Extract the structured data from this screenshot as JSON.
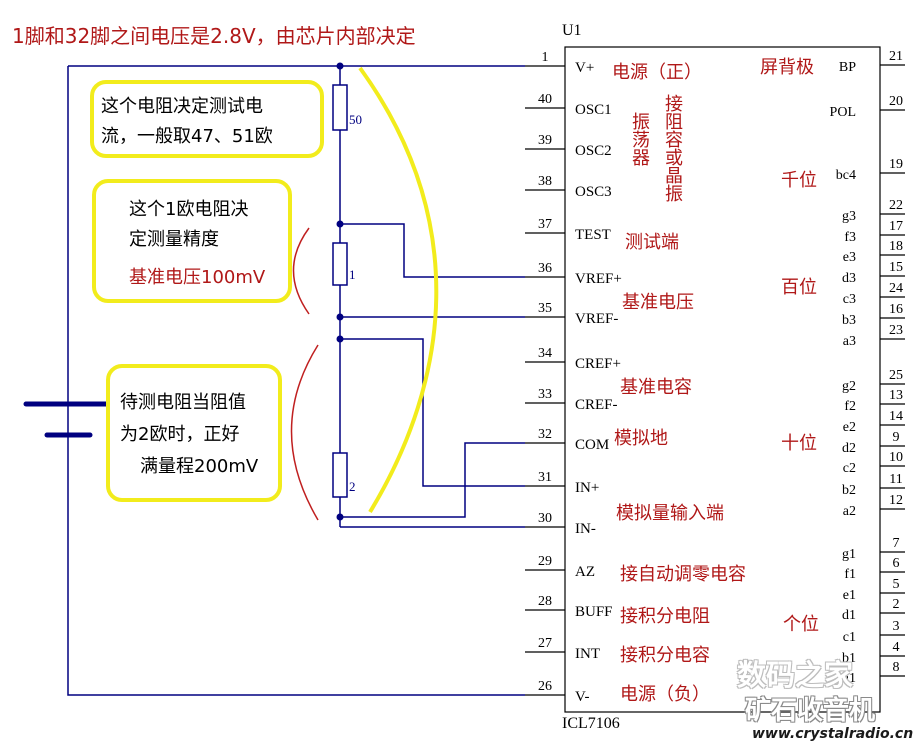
{
  "header_note": "1脚和32脚之间电压是2.8V，由芯片内部决定",
  "chip": {
    "ref": "U1",
    "part": "ICL7106",
    "left_pins": [
      {
        "num": "1",
        "name": "V+"
      },
      {
        "num": "40",
        "name": "OSC1"
      },
      {
        "num": "39",
        "name": "OSC2"
      },
      {
        "num": "38",
        "name": "OSC3"
      },
      {
        "num": "37",
        "name": "TEST"
      },
      {
        "num": "36",
        "name": "VREF+"
      },
      {
        "num": "35",
        "name": "VREF-"
      },
      {
        "num": "34",
        "name": "CREF+"
      },
      {
        "num": "33",
        "name": "CREF-"
      },
      {
        "num": "32",
        "name": "COM"
      },
      {
        "num": "31",
        "name": "IN+"
      },
      {
        "num": "30",
        "name": "IN-"
      },
      {
        "num": "29",
        "name": "AZ"
      },
      {
        "num": "28",
        "name": "BUFF"
      },
      {
        "num": "27",
        "name": "INT"
      },
      {
        "num": "26",
        "name": "V-"
      }
    ],
    "right_pins": [
      {
        "num": "21",
        "name": "BP"
      },
      {
        "num": "20",
        "name": "POL"
      },
      {
        "num": "19",
        "name": "bc4"
      },
      {
        "num": "22",
        "name": "g3"
      },
      {
        "num": "17",
        "name": "f3"
      },
      {
        "num": "18",
        "name": "e3"
      },
      {
        "num": "15",
        "name": "d3"
      },
      {
        "num": "24",
        "name": "c3"
      },
      {
        "num": "16",
        "name": "b3"
      },
      {
        "num": "23",
        "name": "a3"
      },
      {
        "num": "25",
        "name": "g2"
      },
      {
        "num": "13",
        "name": "f2"
      },
      {
        "num": "14",
        "name": "e2"
      },
      {
        "num": "9",
        "name": "d2"
      },
      {
        "num": "10",
        "name": "c2"
      },
      {
        "num": "11",
        "name": "b2"
      },
      {
        "num": "12",
        "name": "a2"
      },
      {
        "num": "7",
        "name": "g1"
      },
      {
        "num": "6",
        "name": "f1"
      },
      {
        "num": "5",
        "name": "e1"
      },
      {
        "num": "2",
        "name": "d1"
      },
      {
        "num": "3",
        "name": "c1"
      },
      {
        "num": "4",
        "name": "b1"
      },
      {
        "num": "8",
        "name": "a1"
      }
    ]
  },
  "annotations": {
    "power_pos": "电源（正）",
    "oscillator": "振荡器",
    "rc_osc": "接阻容或晶振",
    "test_port": "测试端",
    "vref": "基准电压",
    "cref": "基准电容",
    "analog_gnd": "模拟地",
    "analog_in": "模拟量输入端",
    "az_cap": "接自动调零电容",
    "int_res": "接积分电阻",
    "int_cap": "接积分电容",
    "power_neg": "电源（负）",
    "backplane": "屏背极",
    "thousands": "千位",
    "hundreds": "百位",
    "tens": "十位",
    "units": "个位"
  },
  "resistors": [
    {
      "label": "50"
    },
    {
      "label": "1"
    },
    {
      "label": "2"
    }
  ],
  "notes": {
    "note1_line1": "这个电阻决定测试电",
    "note1_line2": "流，一般取47、51欧",
    "note2_line1": "这个1欧电阻决",
    "note2_line2": "定测量精度",
    "note2_red": "基准电压100mV",
    "note3_line1": "待测电阻当阻值",
    "note3_line2": "为2欧时，正好",
    "note3_line3": "满量程200mV"
  },
  "watermark": {
    "line1": "数码之家",
    "line2": "矿石收音机",
    "url": "www.crystalradio.cn"
  }
}
